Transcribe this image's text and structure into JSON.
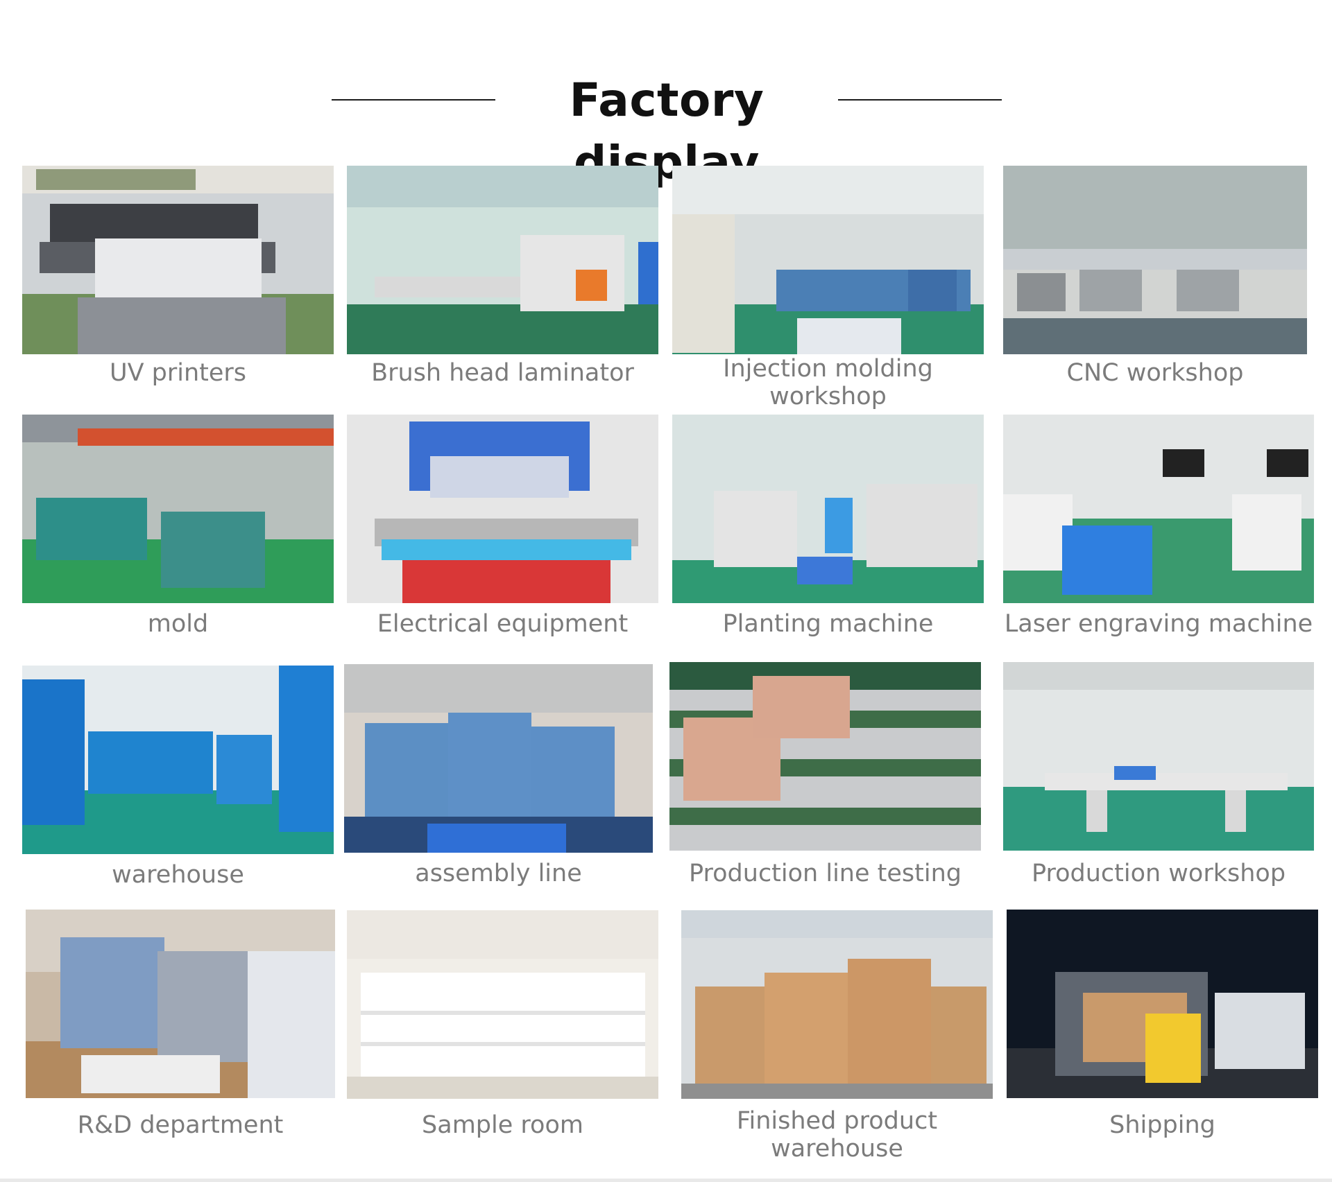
{
  "header": {
    "title": "Factory display"
  },
  "items": [
    {
      "caption": "UV printers"
    },
    {
      "caption": "Brush head laminator"
    },
    {
      "caption": "Injection molding workshop"
    },
    {
      "caption": "CNC workshop"
    },
    {
      "caption": "mold"
    },
    {
      "caption": "Electrical equipment"
    },
    {
      "caption": "Planting machine"
    },
    {
      "caption": "Laser engraving machine"
    },
    {
      "caption": "warehouse"
    },
    {
      "caption": "assembly line"
    },
    {
      "caption": "Production line testing"
    },
    {
      "caption": "Production workshop"
    },
    {
      "caption": "R&D department"
    },
    {
      "caption": "Sample room"
    },
    {
      "caption": "Finished product warehouse"
    },
    {
      "caption": "Shipping"
    }
  ]
}
